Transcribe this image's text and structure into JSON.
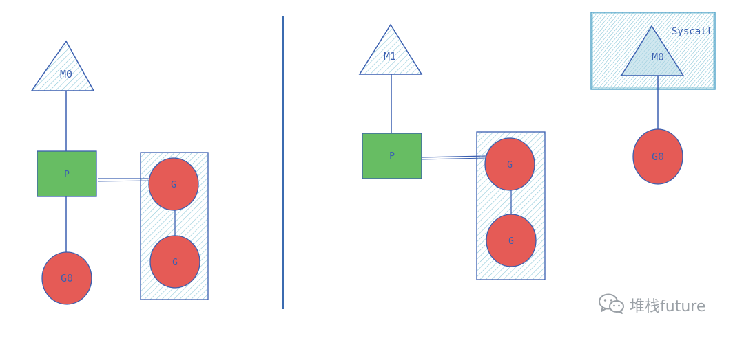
{
  "colors": {
    "stroke_blue": "#3a5fb0",
    "hatch_blue": "#8cc8d8",
    "processor_green": "#67bd63",
    "goroutine_red": "#e55b56",
    "divider_blue": "#3b6bb0",
    "watermark_gray": "#9aa0a6"
  },
  "left_panel": {
    "machine_label": "M0",
    "processor_label": "P",
    "running_goroutine_label": "G0",
    "queue_goroutines": [
      {
        "label": "G"
      },
      {
        "label": "G"
      }
    ]
  },
  "right_panel": {
    "machine_label": "M1",
    "processor_label": "P",
    "queue_goroutines": [
      {
        "label": "G"
      },
      {
        "label": "G"
      }
    ],
    "syscall_label": "Syscall",
    "syscall_machine_label": "M0",
    "syscall_goroutine_label": "G0"
  },
  "watermark": {
    "icon": "wechat-icon",
    "text": "堆栈future"
  }
}
